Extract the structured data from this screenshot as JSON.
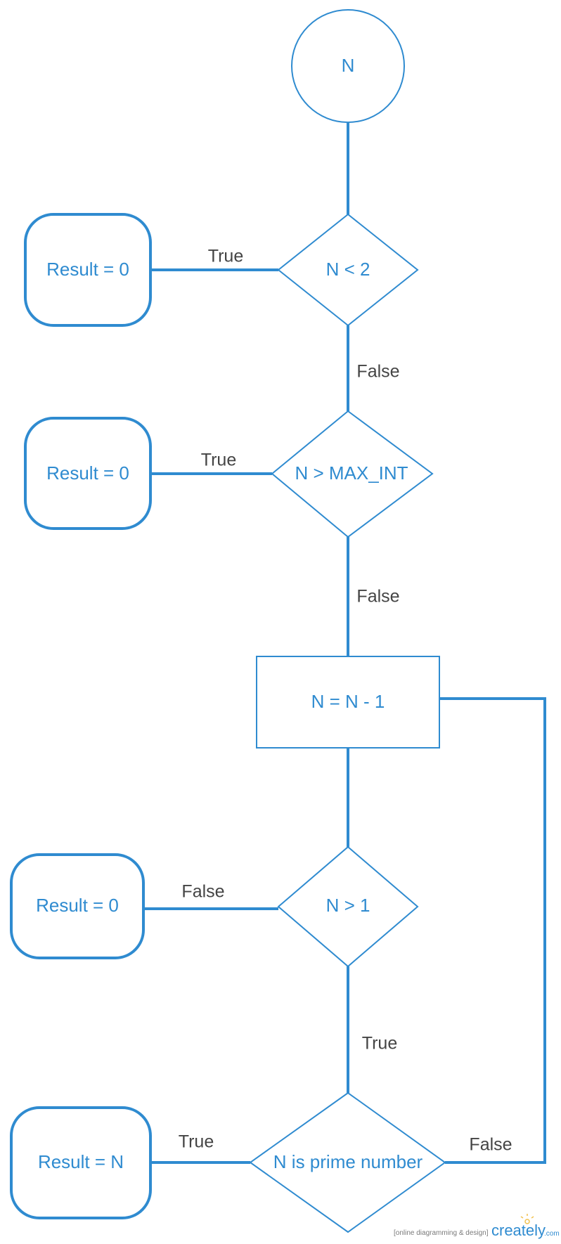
{
  "colors": {
    "stroke": "#2f8bd0",
    "node_text": "#2f8bd0",
    "edge_text": "#444444",
    "background": "#ffffff"
  },
  "nodes": {
    "start": "N",
    "check_lt2": "N < 2",
    "result_lt2": "Result = 0",
    "check_max": "N > MAX_INT",
    "result_max": "Result = 0",
    "decrement": "N = N - 1",
    "check_gt1": "N > 1",
    "result_gt1": "Result = 0",
    "check_prime": "N is prime number",
    "result_prime": "Result = N"
  },
  "edges": {
    "lt2_true": "True",
    "lt2_false": "False",
    "max_true": "True",
    "max_false": "False",
    "gt1_false": "False",
    "gt1_true": "True",
    "prime_true": "True",
    "prime_false": "False"
  },
  "watermark": {
    "tagline": "[online diagramming & design]",
    "brand": "creately",
    "suffix": ".com"
  }
}
